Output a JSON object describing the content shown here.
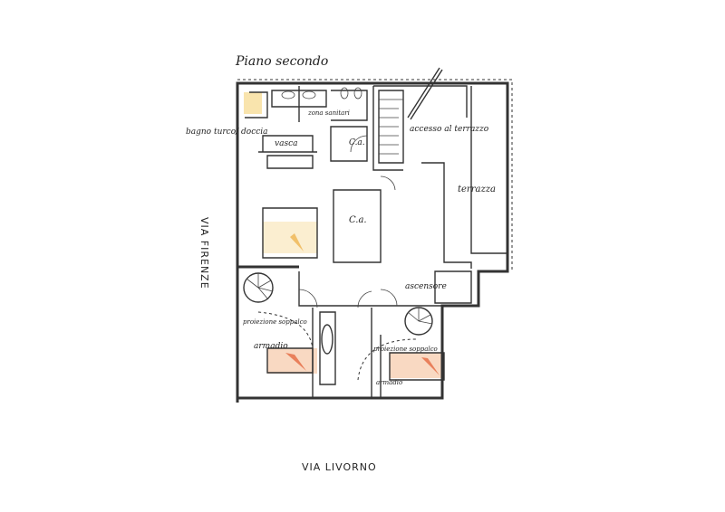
{
  "title": "Piano secondo",
  "rooms": {
    "bath_turkish": "bagno turco/ doccia",
    "tub": "vasca",
    "sanitary_zone": "zona sanitari",
    "walkin_closet_1": "C.a.",
    "terrace_access": "accesso al terrazzo",
    "terrace": "terrazza",
    "walkin_closet_2": "C.a.",
    "elevator": "ascensore",
    "mezzanine_left": "proiezione soppalco",
    "wardrobe_left": "armadio",
    "mezzanine_right": "proiezione soppalco",
    "wardrobe_right": "armadio"
  },
  "streets": {
    "west": "VIA FIRENZE",
    "south": "VIA LIVORNO"
  },
  "colors": {
    "accent_orange": "#f2a27a",
    "accent_yellow": "#f6d88a"
  }
}
